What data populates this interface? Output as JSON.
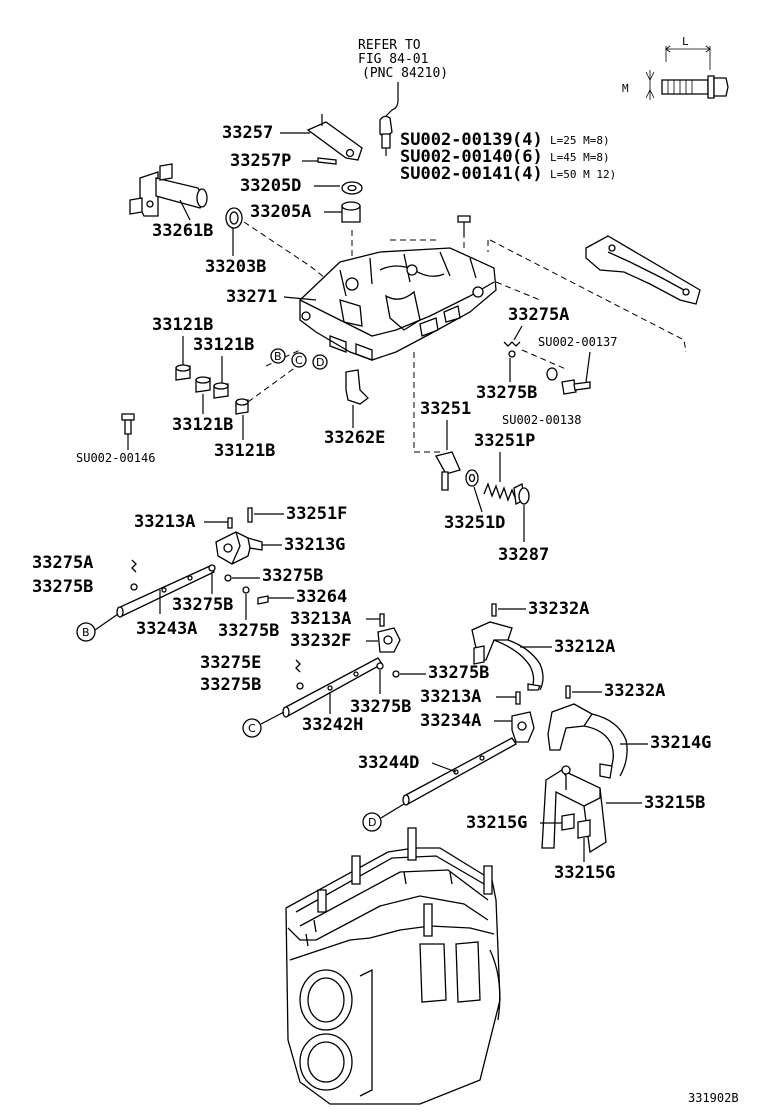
{
  "diagram_code": "331902B",
  "refer_note": {
    "line1": "REFER TO",
    "line2": "FIG 84-01",
    "line3": "(PNC 84210)"
  },
  "bolt_legend": {
    "length_label": "L",
    "diameter_label": "M"
  },
  "bolt_specs": [
    {
      "code": "SU002-00139",
      "qty": "(4)",
      "size": "L=25 M=8)"
    },
    {
      "code": "SU002-00140",
      "qty": "(6)",
      "size": "L=45 M=8)"
    },
    {
      "code": "SU002-00141",
      "qty": "(4)",
      "size": "L=50 M 12)"
    }
  ],
  "parts": {
    "p33257": "33257",
    "p33257P": "33257P",
    "p33205D": "33205D",
    "p33205A": "33205A",
    "p33261B": "33261B",
    "p33203B": "33203B",
    "p33271": "33271",
    "p33121B_1": "33121B",
    "p33121B_2": "33121B",
    "p33121B_3": "33121B",
    "p33121B_4": "33121B",
    "pSU00146": "SU002-00146",
    "p33262E": "33262E",
    "p33275A_1": "33275A",
    "pSU00137": "SU002-00137",
    "p33275B_1": "33275B",
    "pSU00138": "SU002-00138",
    "p33251": "33251",
    "p33251P": "33251P",
    "p33251D": "33251D",
    "p33287": "33287",
    "p33213A_1": "33213A",
    "p33251F": "33251F",
    "p33213G": "33213G",
    "p33275A_2": "33275A",
    "p33275B_2": "33275B",
    "p33275B_3": "33275B",
    "p33275B_4": "33275B",
    "p33264": "33264",
    "p33243A": "33243A",
    "p33275B_5": "33275B",
    "p33213A_2": "33213A",
    "p33232F": "33232F",
    "p33232A_1": "33232A",
    "p33212A": "33212A",
    "p33275E": "33275E",
    "p33275B_6": "33275B",
    "p33275B_7": "33275B",
    "p33275B_8": "33275B",
    "p33242H": "33242H",
    "p33213A_3": "33213A",
    "p33234A": "33234A",
    "p33232A_2": "33232A",
    "p33214G": "33214G",
    "p33244D": "33244D",
    "p33215B": "33215B",
    "p33215G_1": "33215G",
    "p33215G_2": "33215G"
  },
  "markers": {
    "b": "B",
    "c": "C",
    "d": "D"
  }
}
